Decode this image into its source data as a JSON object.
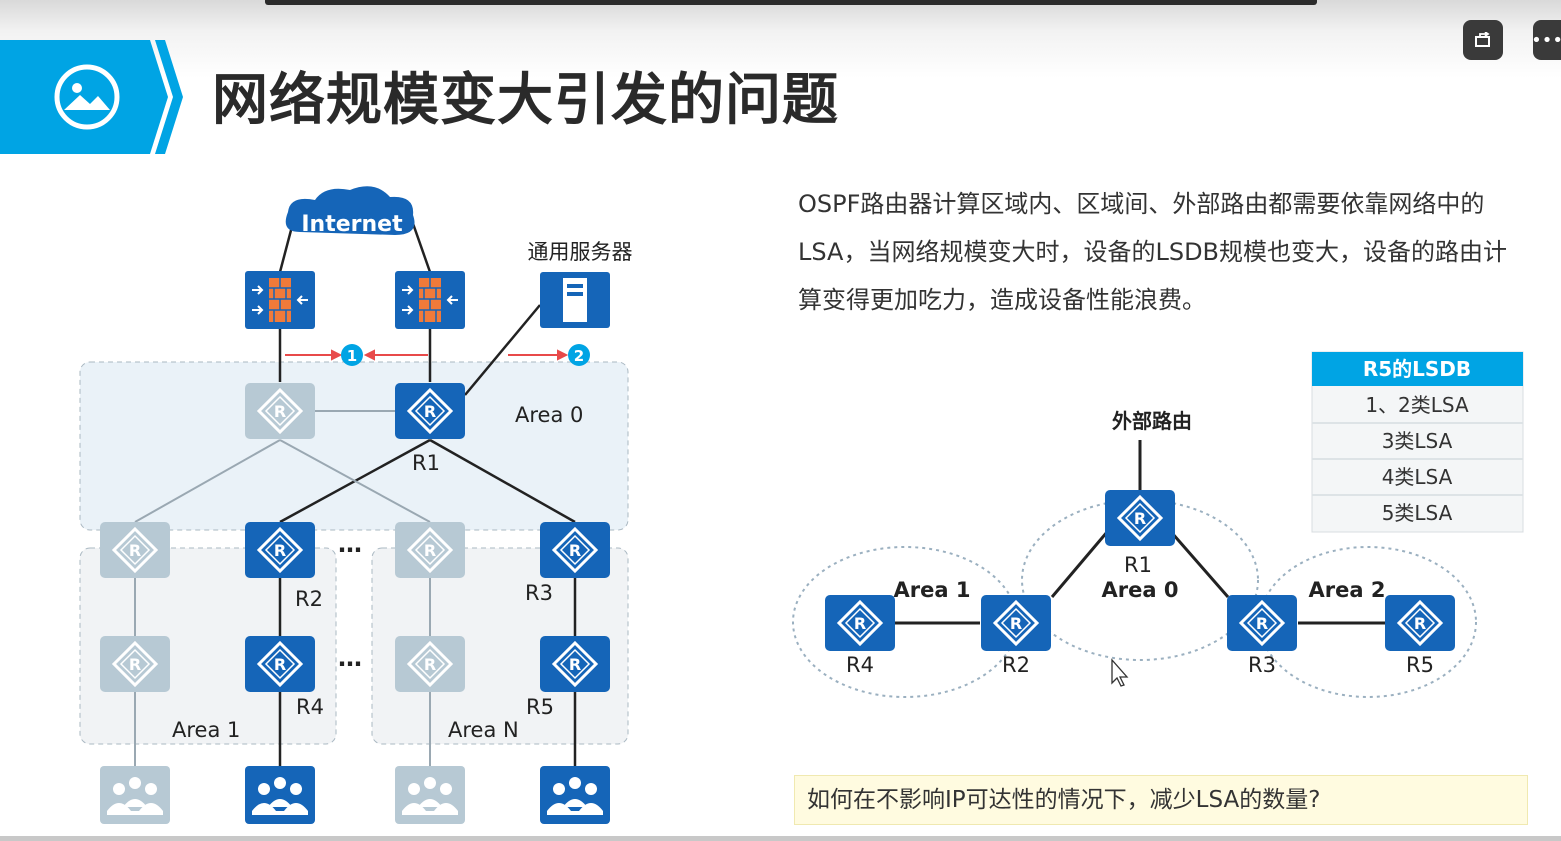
{
  "window": {
    "share_icon": "share-icon",
    "more_label": "•••"
  },
  "title": "网络规模变大引发的问题",
  "description": "OSPF路由器计算区域内、区域间、外部路由都需要依靠网络中的LSA，当网络规模变大时，设备的LSDB规模也变大，设备的路由计算变得更加吃力，造成设备性能浪费。",
  "question": "如何在不影响IP可达性的情况下，减少LSA的数量?",
  "left_diagram": {
    "internet": "Internet",
    "server": "通用服务器",
    "badge1": "1",
    "badge2": "2",
    "area0": "Area 0",
    "area1": "Area 1",
    "areaN": "Area N",
    "r1": "R1",
    "r2": "R2",
    "r3": "R3",
    "r4": "R4",
    "r5": "R5",
    "dots": "…"
  },
  "right_diagram": {
    "external": "外部路由",
    "r1": "R1",
    "r2": "R2",
    "r3": "R3",
    "r4": "R4",
    "r5": "R5",
    "area0": "Area 0",
    "area1": "Area 1",
    "area2": "Area 2"
  },
  "lsdb": {
    "header": "R5的LSDB",
    "rows": [
      "1、2类LSA",
      "3类LSA",
      "4类LSA",
      "5类LSA"
    ]
  },
  "colors": {
    "accent": "#00a4e4",
    "router": "#1565b8",
    "faded": "#b7c9d4"
  }
}
